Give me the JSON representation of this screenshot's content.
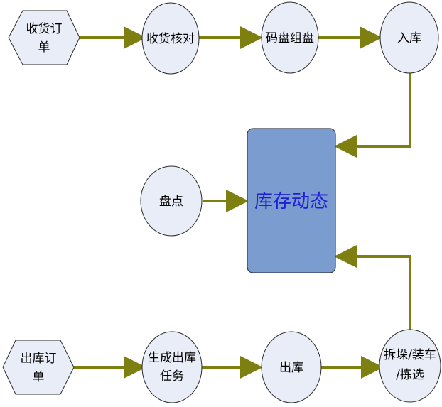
{
  "colors": {
    "node_fill": "#e9edf8",
    "node_stroke": "#2b2b2b",
    "arrow": "#7d7f10",
    "center_fill": "#7b9cce",
    "center_stroke": "#33394f",
    "center_text": "#1f1fd6"
  },
  "nodes": {
    "receipt_order": [
      "收货订",
      "单"
    ],
    "receipt_check": [
      "收货核对"
    ],
    "palletize": [
      "码盘组盘"
    ],
    "inbound": [
      "入库"
    ],
    "stocktake": [
      "盘点"
    ],
    "inventory": [
      "库存动态"
    ],
    "outbound_order": [
      "出库订",
      "单"
    ],
    "create_task": [
      "生成出库",
      "任务"
    ],
    "outbound": [
      "出库"
    ],
    "pick_load": [
      "拆垛/装车",
      "/拣选"
    ]
  }
}
